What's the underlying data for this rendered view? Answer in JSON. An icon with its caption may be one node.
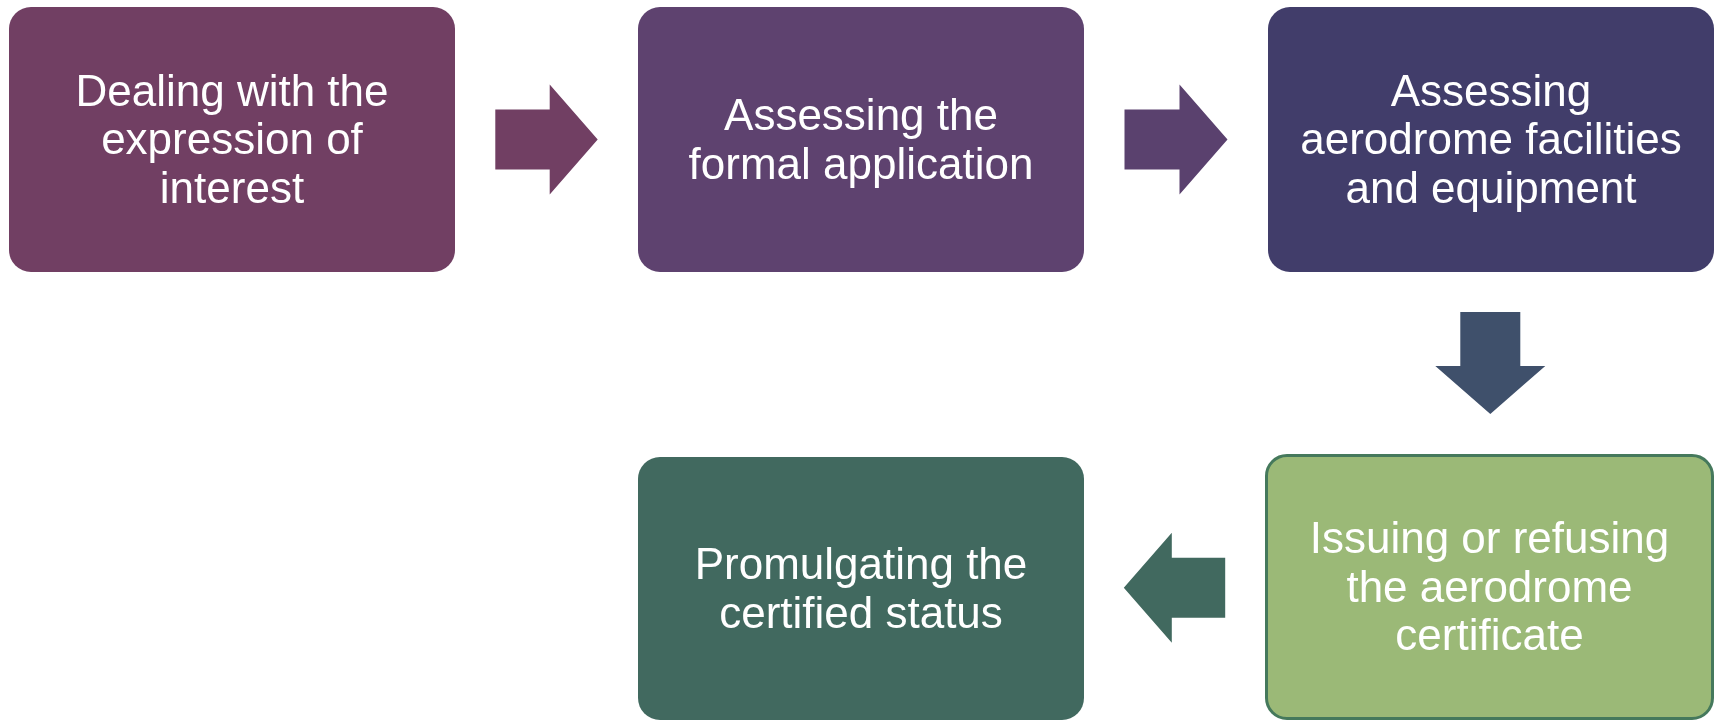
{
  "diagram": {
    "nodes": [
      {
        "text": [
          "Dealing with the expression of interest"
        ]
      },
      {
        "text": [
          "Assessing the formal application"
        ]
      },
      {
        "text": [
          "Assessing aerodrome facilities and equipment"
        ]
      },
      {
        "text": [
          "Issuing or refusing the aerodrome certificate"
        ]
      },
      {
        "text": [
          "Promulgating the certified status"
        ]
      }
    ],
    "edges": [
      {
        "from": 0,
        "to": 1,
        "arrow": "to",
        "style": "thick",
        "color": "#713f63"
      },
      {
        "from": 1,
        "to": 2,
        "arrow": "to",
        "style": "thick",
        "color": "#5a416e"
      },
      {
        "from": 2,
        "to": 3,
        "arrow": "to",
        "style": "thick",
        "color": "#3f506b"
      },
      {
        "from": 3,
        "to": 4,
        "arrow": "to",
        "style": "thick",
        "color": "#41695f"
      }
    ]
  }
}
